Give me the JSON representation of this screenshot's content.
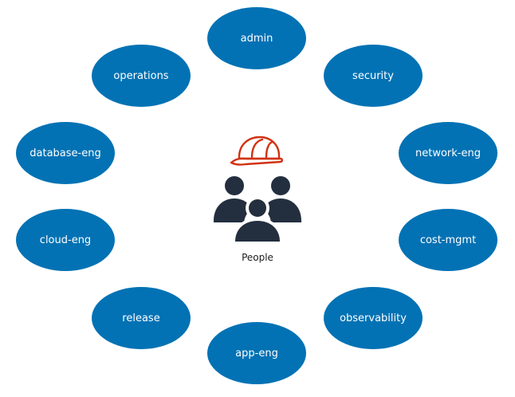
{
  "center": {
    "label": "People",
    "icon": "people-icon",
    "badge_icon": "hardhat-icon",
    "person_color": "#232f3e",
    "hardhat_color": "#d13212"
  },
  "node_color": "#0272b4",
  "teams": [
    {
      "id": "admin",
      "label": "admin"
    },
    {
      "id": "security",
      "label": "security"
    },
    {
      "id": "network-eng",
      "label": "network-eng"
    },
    {
      "id": "cost-mgmt",
      "label": "cost-mgmt"
    },
    {
      "id": "observability",
      "label": "observability"
    },
    {
      "id": "app-eng",
      "label": "app-eng"
    },
    {
      "id": "release",
      "label": "release"
    },
    {
      "id": "cloud-eng",
      "label": "cloud-eng"
    },
    {
      "id": "database-eng",
      "label": "database-eng"
    },
    {
      "id": "operations",
      "label": "operations"
    }
  ]
}
